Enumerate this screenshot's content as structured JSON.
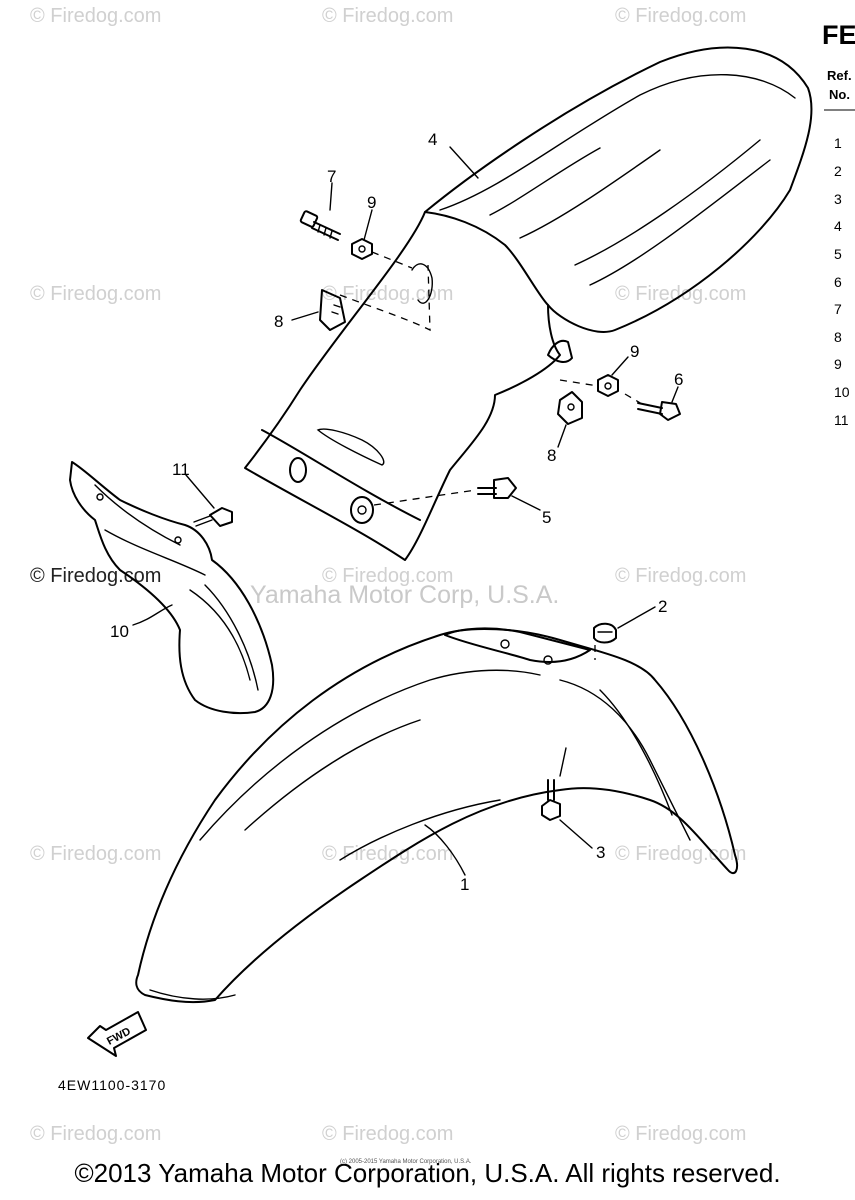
{
  "watermark": "© Firedog.com",
  "watermark_overlay": "Yamaha Motor Corp, U.S.A.",
  "title_fragment": "FE",
  "ref_header": [
    "Ref.",
    "No."
  ],
  "ref_numbers": [
    "1",
    "2",
    "3",
    "4",
    "5",
    "6",
    "7",
    "8",
    "9",
    "10",
    "11"
  ],
  "callouts": {
    "c1": "1",
    "c2": "2",
    "c3": "3",
    "c4": "4",
    "c5": "5",
    "c6": "6",
    "c7": "7",
    "c8a": "8",
    "c8b": "8",
    "c9a": "9",
    "c9b": "9",
    "c10": "10",
    "c11": "11"
  },
  "fwd_label": "FWD",
  "diagram_code": "4EW1100-3170",
  "tiny_copyright": "(c) 2005-2015 Yamaha Motor Corporation, U.S.A.",
  "footer": "©2013 Yamaha Motor Corporation, U.S.A. All rights reserved."
}
